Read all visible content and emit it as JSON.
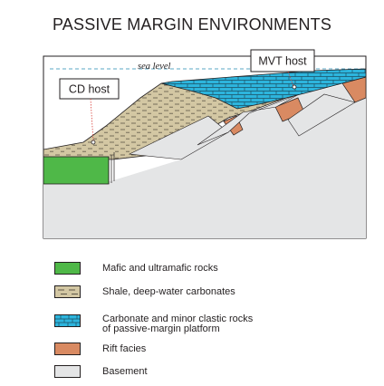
{
  "title": "PASSIVE MARGIN ENVIRONMENTS",
  "labels": {
    "sea_level": "sea level",
    "cd_host": "CD host",
    "mvt_host": "MVT host"
  },
  "legend": [
    {
      "label": "Mafic and ultramafic rocks",
      "color": "#4fb848",
      "pattern": "solid"
    },
    {
      "label": "Shale, deep-water carbonates",
      "color": "#d3c7a3",
      "pattern": "dashes"
    },
    {
      "label": "Carbonate and minor clastic rocks",
      "label2": "of passive-margin platform",
      "color": "#2db5dd",
      "pattern": "bricks"
    },
    {
      "label": "Rift facies",
      "color": "#d98a62",
      "pattern": "solid"
    },
    {
      "label": "Basement",
      "color": "#e4e5e6",
      "pattern": "solid"
    }
  ],
  "colors": {
    "mafic": "#4fb848",
    "shale": "#d3c7a3",
    "carbonate": "#2db5dd",
    "rift": "#d98a62",
    "basement": "#e4e5e6",
    "sea_level_line": "#5aa7c6",
    "outline": "#231f20"
  }
}
